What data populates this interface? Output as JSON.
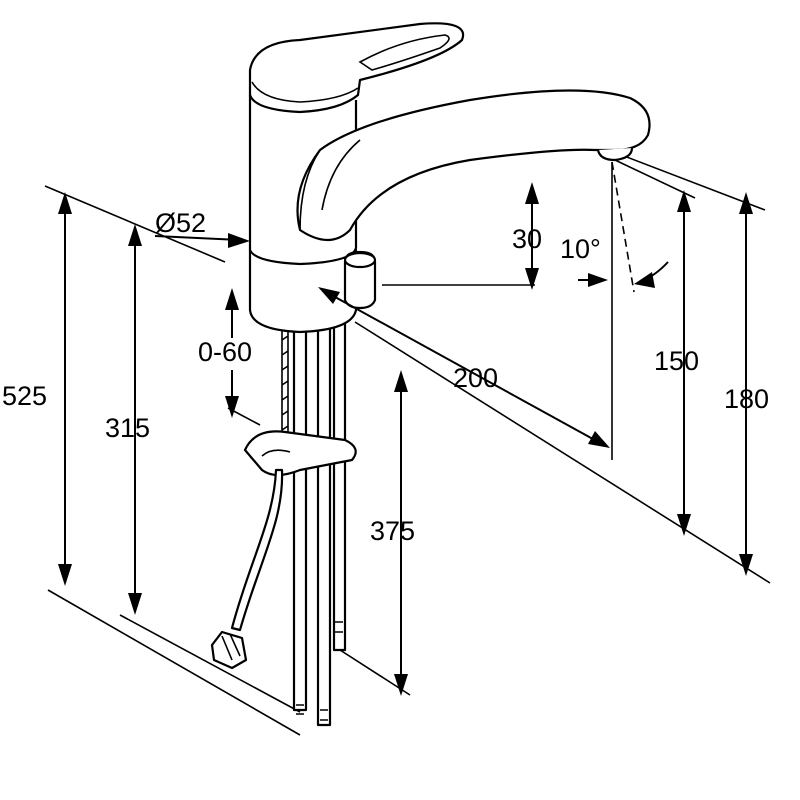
{
  "dimensions": {
    "diameter_base": "Ø52",
    "spout_height_offset": "30",
    "spout_angle": "10°",
    "deck_thickness_range": "0-60",
    "spout_reach": "200",
    "total_hose_length": "525",
    "supply_line_length": "315",
    "height_150": "150",
    "height_180": "180",
    "hose_below_deck": "375"
  }
}
